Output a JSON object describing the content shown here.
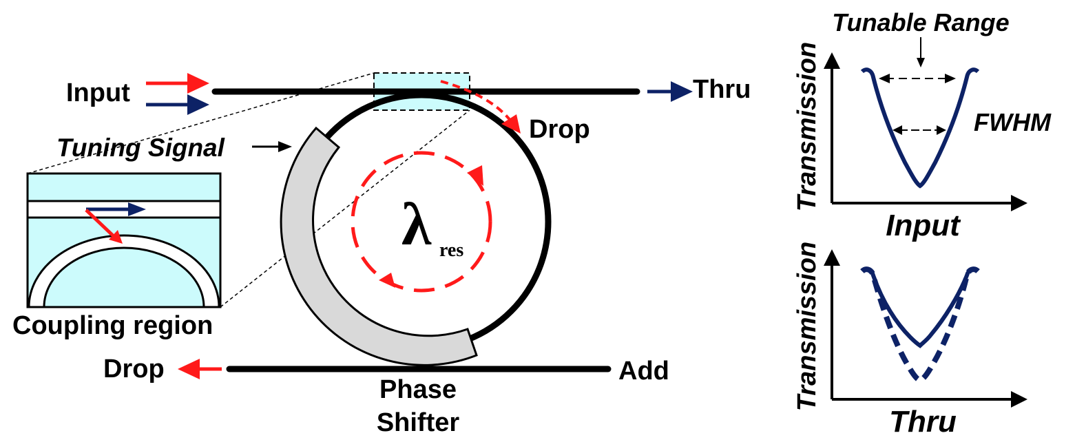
{
  "labels": {
    "input": "Input",
    "thru": "Thru",
    "drop_top": "Drop",
    "tuning_signal": "Tuning Signal",
    "coupling_region": "Coupling region",
    "drop_bottom": "Drop",
    "add": "Add",
    "phase": "Phase",
    "shifter": "Shifter",
    "lambda": "λ",
    "lambda_sub": "res"
  },
  "plot_top": {
    "title": "Tunable Range",
    "fwhm": "FWHM",
    "ylabel": "Transmission",
    "xlabel": "Input"
  },
  "plot_bottom": {
    "ylabel": "Transmission",
    "xlabel": "Thru"
  },
  "colors": {
    "red": "#ff1a1a",
    "navy": "#0d2266",
    "highlight": "#ccfbfc",
    "shifter_fill": "#d9d9d9",
    "black": "#000000"
  }
}
